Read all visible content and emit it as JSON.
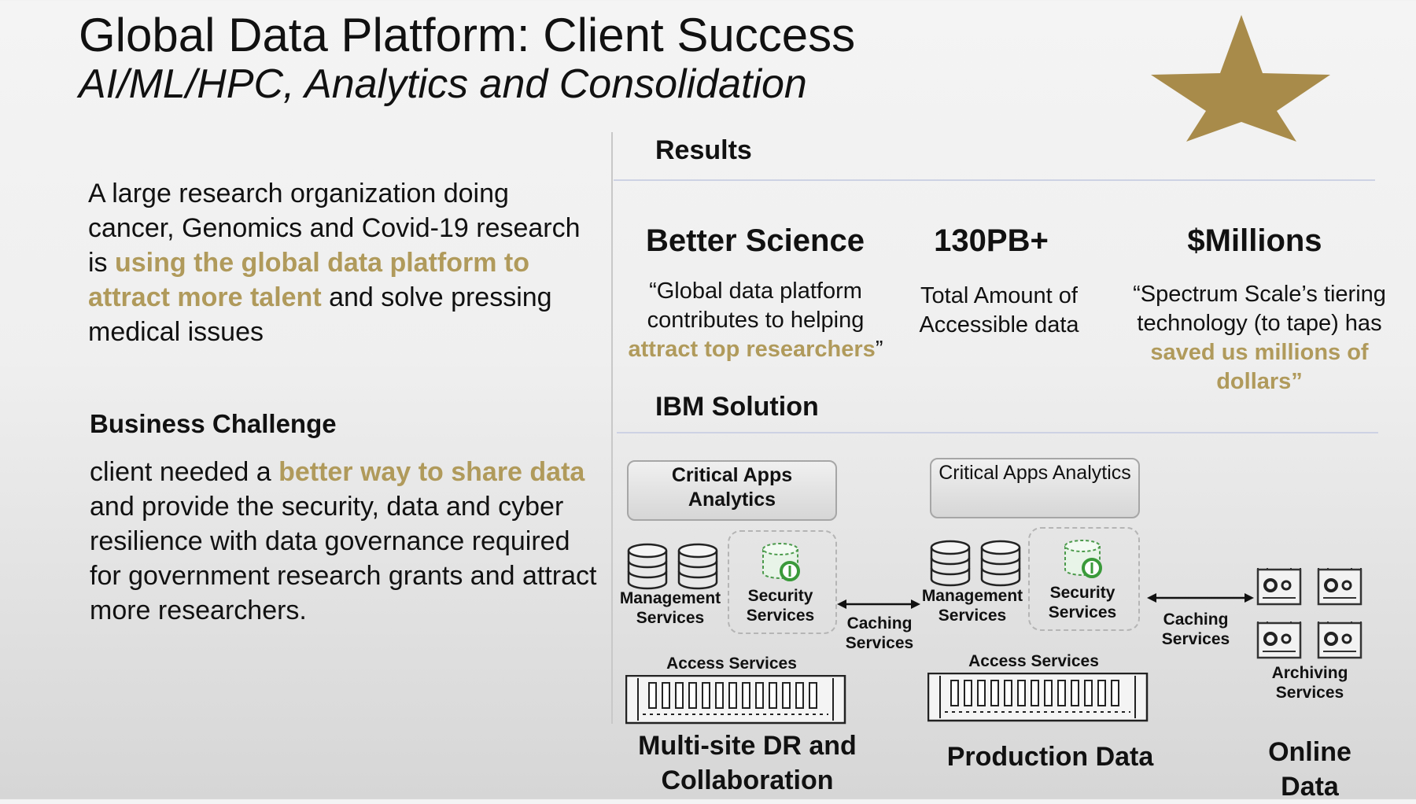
{
  "header": {
    "title": "Global Data Platform: Client Success",
    "subtitle": "AI/ML/HPC, Analytics and Consolidation"
  },
  "intro": {
    "part1": "A large research organization doing cancer, Genomics and Covid-19 research is ",
    "highlight": "using the global data platform to attract more talent",
    "part2": " and solve pressing medical issues"
  },
  "business_challenge": {
    "heading": "Business Challenge",
    "part1": "client needed a ",
    "highlight": "better way to share data",
    "part2": " and provide the security, data and cyber resilience with data governance required for government research grants and attract more researchers."
  },
  "results": {
    "heading": "Results",
    "metrics": [
      {
        "headline": "Better Science",
        "quote_part1": "“Global data platform contributes to helping ",
        "highlight": "attract top researchers",
        "quote_part2": "”"
      },
      {
        "headline": "130PB+",
        "quote_part1": "Total Amount of Accessible data",
        "highlight": "",
        "quote_part2": ""
      },
      {
        "headline": "$Millions",
        "quote_part1": "“Spectrum Scale’s tiering technology (to tape) has ",
        "highlight": "saved us millions of dollars”",
        "quote_part2": ""
      }
    ]
  },
  "solution": {
    "heading": "IBM Solution",
    "sites": [
      {
        "apps": "Critical Apps Analytics",
        "management": "Management Services",
        "security": "Security Services",
        "access": "Access Services",
        "caption": "Multi-site DR and Collaboration"
      },
      {
        "apps": "Critical Apps Analytics",
        "management": "Management Services",
        "security": "Security Services",
        "access": "Access Services",
        "caption": "Production Data"
      }
    ],
    "caching": [
      "Caching Services",
      "Caching Services"
    ],
    "archive": {
      "label": "Archiving Services",
      "caption": "Online Data"
    }
  },
  "colors": {
    "accent_gold": "#b09a5b",
    "star": "#a88b4a",
    "divider": "#cdd2e4"
  },
  "icons": [
    "star-icon",
    "database-icon",
    "shield-icon",
    "storage-array-icon",
    "tape-icon",
    "double-arrow-icon"
  ]
}
